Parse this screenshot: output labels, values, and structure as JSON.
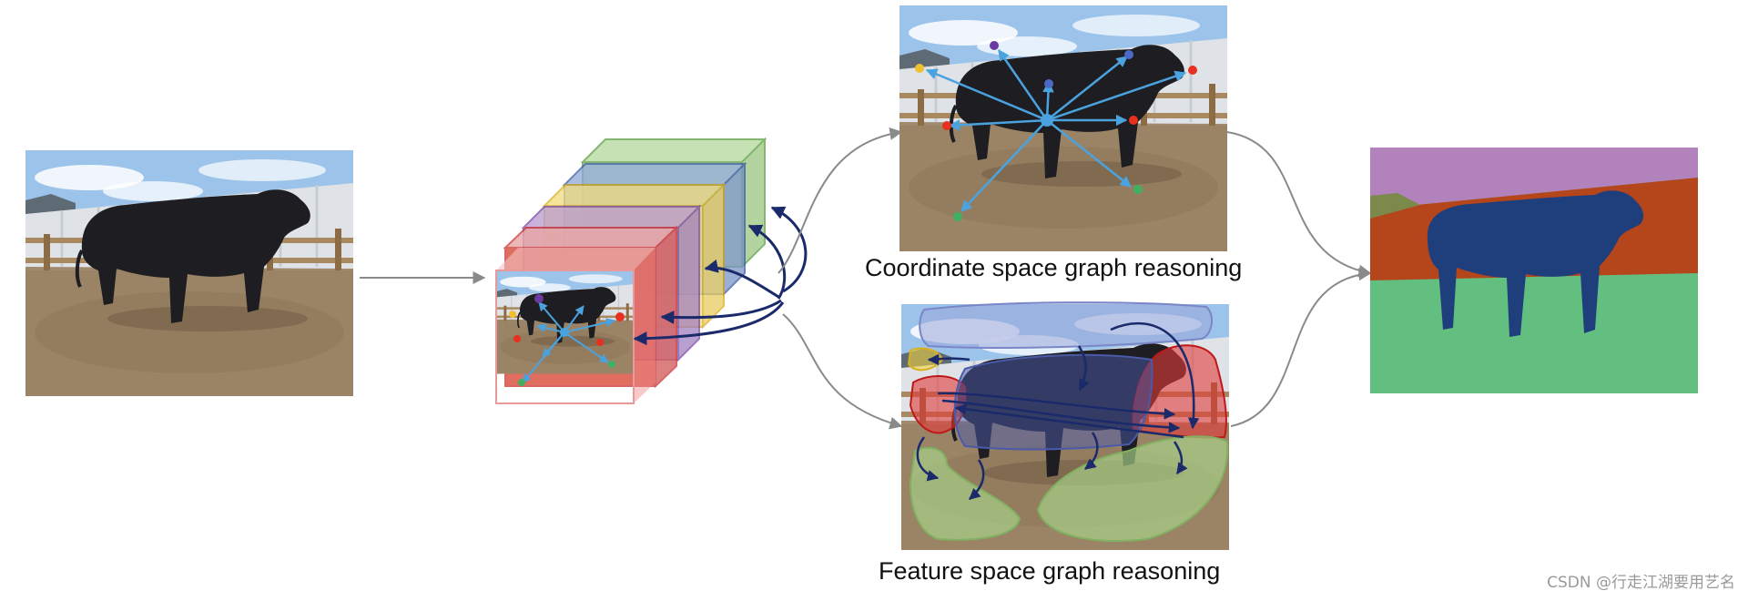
{
  "captions": {
    "coordinate": "Coordinate space graph reasoning",
    "feature": "Feature space graph reasoning"
  },
  "watermark": "CSDN @行走江湖要用艺名",
  "colors": {
    "sky": "#9cc3ea",
    "ground": "#a08a6e",
    "bull": "#1e1e22",
    "fence": "#dfe3e8",
    "node_edge": "#4aa3de",
    "dark_arrow": "#1a2a6a",
    "flow_arrow": "#8a8a8a",
    "seg_purple": "#b282bd",
    "seg_red": "#b5451b",
    "seg_green": "#62bf80",
    "seg_olive": "#7b8a4a",
    "seg_bull": "#1f3f7c",
    "cube_layers": [
      "#e8a6a6",
      "#b89ad0",
      "#f2dc7c",
      "#8fa8d8",
      "#b4d89a"
    ],
    "region_blue": "#9aa6d8",
    "region_red": "#e23a3a",
    "region_yellow": "#f0d240",
    "region_green": "#a8d68a"
  },
  "icons": {
    "cube": "feature-map-stack-icon",
    "node": "graph-node-icon"
  }
}
